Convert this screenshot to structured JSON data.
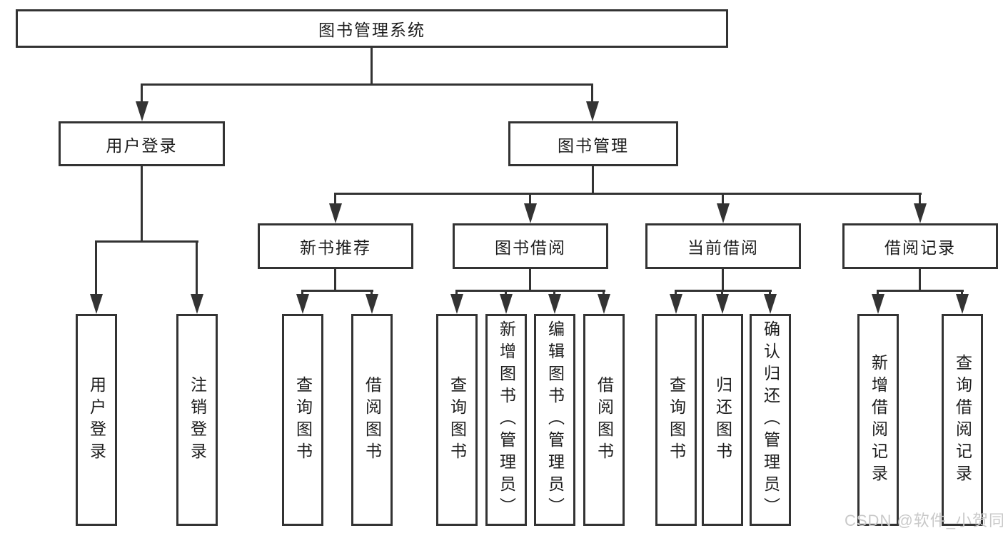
{
  "diagram": {
    "title": "图书管理系统",
    "watermark": "CSDN @软件_小贺同学",
    "branches": {
      "user_login": {
        "label": "用户登录",
        "children": [
          "用户登录",
          "注销登录"
        ]
      },
      "book_management": {
        "label": "图书管理",
        "sections": [
          {
            "label": "新书推荐",
            "children": [
              "查询图书",
              "借阅图书"
            ]
          },
          {
            "label": "图书借阅",
            "children": [
              "查询图书",
              "新增图书（管理员）",
              "编辑图书（管理员）",
              "借阅图书"
            ]
          },
          {
            "label": "当前借阅",
            "children": [
              "查询图书",
              "归还图书",
              "确认归还（管理员）"
            ]
          },
          {
            "label": "借阅记录",
            "children": [
              "新增借阅记录",
              "查询借阅记录"
            ]
          }
        ]
      }
    }
  }
}
